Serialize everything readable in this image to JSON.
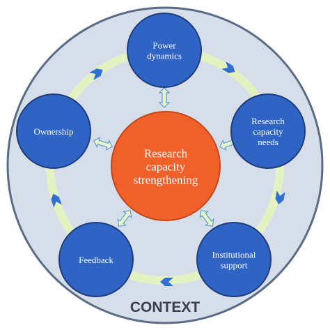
{
  "colors": {
    "outer_fill": "#d6deea",
    "outer_stroke": "#5a6b86",
    "ring": "#e4f2c2",
    "node_fill": "#2f63c4",
    "node_stroke": "#1d3d7a",
    "center_fill": "#f0612a",
    "center_stroke": "#c4461a",
    "cycle_arrow": "#2f6fd6",
    "link_fill": "#e8f5c8",
    "link_stroke": "#5b9bd5",
    "context_text": "#3b3f52"
  },
  "center": {
    "lines": [
      "Research",
      "capacity",
      "strengthening"
    ]
  },
  "nodes": [
    {
      "id": "power-dynamics",
      "lines": [
        "Power",
        "dynamics"
      ]
    },
    {
      "id": "research-capacity-needs",
      "lines": [
        "Research",
        "capacity",
        "needs"
      ]
    },
    {
      "id": "institutional-support",
      "lines": [
        "Institutional",
        "support"
      ]
    },
    {
      "id": "feedback",
      "lines": [
        "Feedback"
      ]
    },
    {
      "id": "ownership",
      "lines": [
        "Ownership"
      ]
    }
  ],
  "context_label": "CONTEXT"
}
